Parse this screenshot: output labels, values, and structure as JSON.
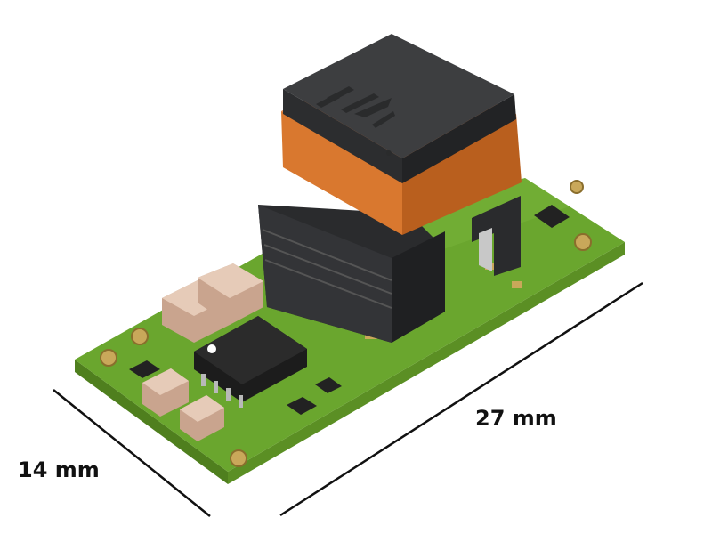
{
  "image": {
    "subject": "dc-dc-converter-module-render",
    "dimensions": {
      "width_label": "14 mm",
      "length_label": "27 mm"
    },
    "colors": {
      "pcb": "#6aa62e",
      "pcb_edge": "#4f7f1e",
      "transformer_core": "#3a3b3d",
      "winding_band": "#d9782f",
      "pads": "#c9a85a",
      "capacitor": "#d8b8a4",
      "ic": "#262626"
    },
    "logo": "transformer-brand-logo"
  }
}
